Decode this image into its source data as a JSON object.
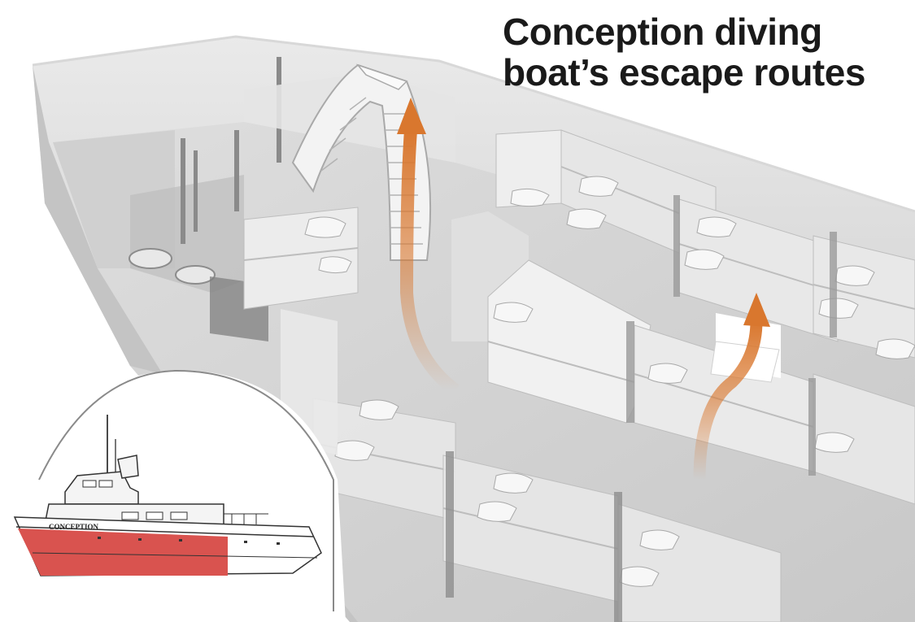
{
  "title": {
    "line1": "Conception diving",
    "line2": "boat’s escape routes"
  },
  "inset": {
    "boat_name": "CONCEPTION"
  },
  "colors": {
    "escape_arrow": "#d9772e",
    "hull_highlight": "#d9534f",
    "structure_light": "#eeeeee",
    "structure_mid": "#cfcfcf",
    "structure_dark": "#9a9a9a"
  },
  "escape_routes": [
    {
      "id": "stairway-route"
    },
    {
      "id": "escape-hatch-route"
    }
  ]
}
